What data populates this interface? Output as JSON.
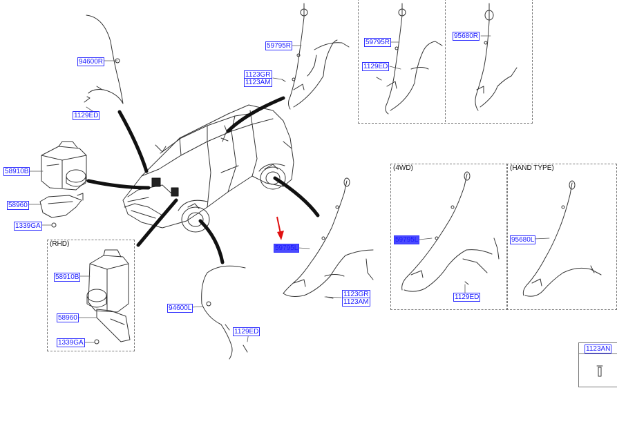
{
  "groups": {
    "rhd": "(RHD)",
    "fwd": "(4WD)",
    "hand": "(HAND TYPE)"
  },
  "labels": {
    "l_94600R": "94600R",
    "l_1129ED_a": "1129ED",
    "l_58910B_a": "58910B",
    "l_58960_a": "58960",
    "l_1339GA_a": "1339GA",
    "l_58910B_b": "58910B",
    "l_58960_b": "58960",
    "l_1339GA_b": "1339GA",
    "l_59795R_a": "59795R",
    "l_1123GR_a": "1123GR",
    "l_1123AM_a": "1123AM",
    "l_59795R_b": "59795R",
    "l_1129ED_b": "1129ED",
    "l_95680R": "95680R",
    "l_59795L_a": "59795L",
    "l_1123GR_b": "1123GR",
    "l_1123AM_b": "1123AM",
    "l_94600L": "94600L",
    "l_1129ED_c": "1129ED",
    "l_59795L_b": "59795L",
    "l_1129ED_d": "1129ED",
    "l_95680L": "95680L",
    "l_1123AN": "1123AN"
  },
  "colors": {
    "label_text": "#1a1aff",
    "label_border": "#3030ff",
    "highlight_fill": "#4a4aff",
    "pointer_arrow": "#e01010"
  }
}
